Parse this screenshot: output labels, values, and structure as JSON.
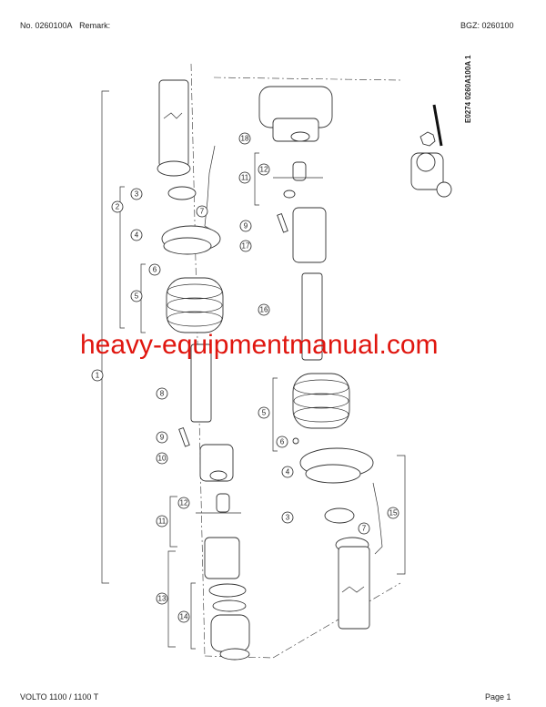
{
  "header": {
    "number": "No. 0260100A",
    "remark": "Remark:",
    "bgz": "BGZ: 0260100"
  },
  "footer": {
    "model": "VOLTO 1100 / 1100 T",
    "page": "Page 1"
  },
  "diagram": {
    "reference_code": "E0274 0260A100A 1",
    "callouts_left": [
      "2",
      "3",
      "7",
      "4",
      "6",
      "5",
      "1",
      "8",
      "9",
      "10",
      "12",
      "11",
      "13",
      "14"
    ],
    "callouts_right": [
      "18",
      "12",
      "11",
      "9",
      "17",
      "16",
      "5",
      "6",
      "4",
      "3",
      "7",
      "15"
    ]
  },
  "watermark": "heavy-equipmentmanual.com"
}
